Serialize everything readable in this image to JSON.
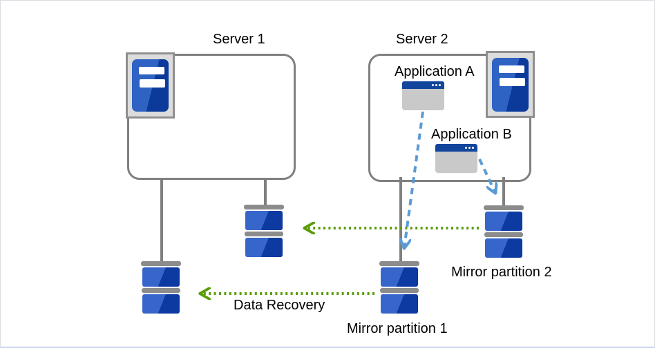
{
  "diagram_type": "mirror-disk-failover-diagram",
  "colors": {
    "box_border": "#7f7f7f",
    "connector_gray": "#7f7f7f",
    "icon_frame_fill": "#dcdcdc",
    "icon_frame_border": "#8f8f8f",
    "partition_blue_light": "#3766cb",
    "partition_blue_dark": "#0c3aa0",
    "tower_blue_light": "#2e63c4",
    "tower_blue_dark": "#0b3a9a",
    "app_titlebar_blue": "#12459c",
    "app_body_gray": "#c9c9c9",
    "disk_bar_gray": "#8c8c8c",
    "dashed_arrow_blue": "#5b9bd5",
    "dotted_arrow_green": "#599c08"
  },
  "servers": [
    {
      "label": "Server 1"
    },
    {
      "label": "Server 2"
    }
  ],
  "applications": [
    {
      "label": "Application A"
    },
    {
      "label": "Application B"
    }
  ],
  "partitions": [
    {
      "label": "Mirror partition 1"
    },
    {
      "label": "Mirror partition 2"
    }
  ],
  "flows": {
    "data_recovery_label": "Data Recovery",
    "arrows": [
      {
        "name": "app-a-writes-to-mirror-partition-1",
        "style": "dashed",
        "color": "#5b9bd5"
      },
      {
        "name": "app-b-writes-to-mirror-partition-2",
        "style": "dashed",
        "color": "#5b9bd5"
      },
      {
        "name": "mirror-partition-2-replicates-to-server1-disk",
        "style": "dotted",
        "color": "#599c08"
      },
      {
        "name": "mirror-partition-1-data-recovery-to-server1-disk",
        "style": "dotted",
        "color": "#599c08"
      }
    ]
  },
  "icons": {
    "server": "server-tower-icon",
    "application": "app-window-icon",
    "partition": "disk-partition-icon"
  }
}
